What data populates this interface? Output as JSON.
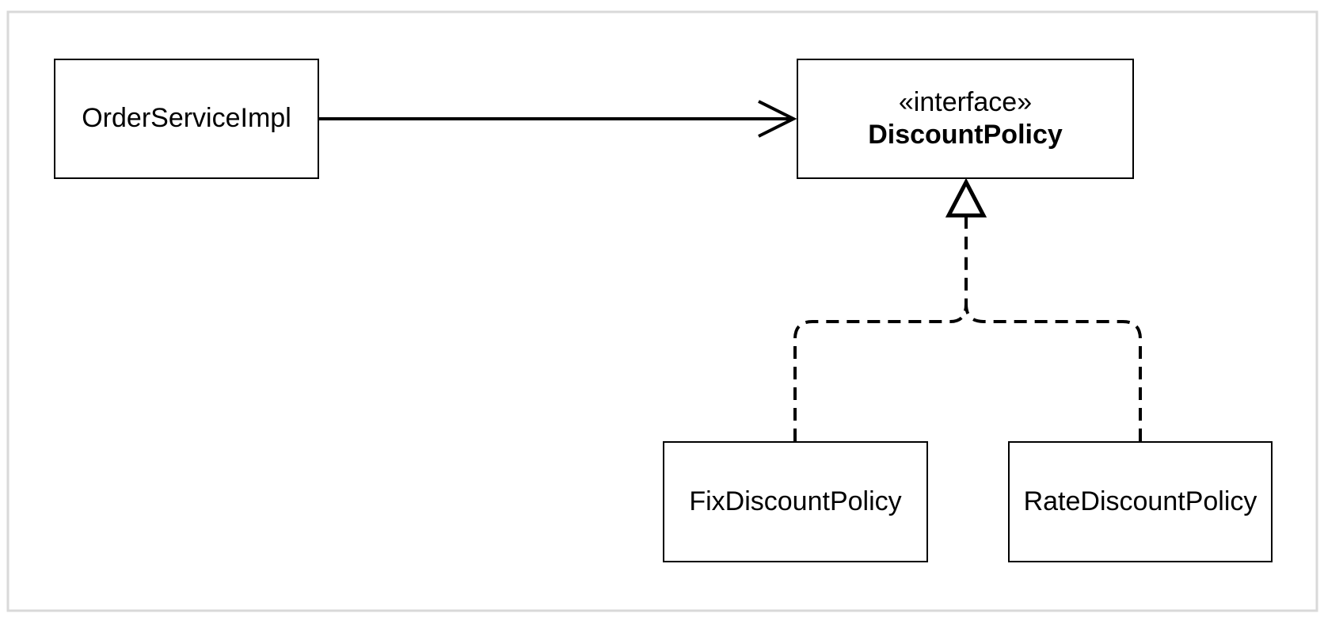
{
  "diagram": {
    "frame_color": "#d9d9d9",
    "line_color": "#000000",
    "classes": {
      "order_service_impl": {
        "name": "OrderServiceImpl"
      },
      "discount_policy": {
        "stereotype": "«interface»",
        "name": "DiscountPolicy"
      },
      "fix_discount_policy": {
        "name": "FixDiscountPolicy"
      },
      "rate_discount_policy": {
        "name": "RateDiscountPolicy"
      }
    },
    "relationships": [
      {
        "type": "association",
        "from": "OrderServiceImpl",
        "to": "DiscountPolicy",
        "arrowhead": "open"
      },
      {
        "type": "realization",
        "from": "FixDiscountPolicy",
        "to": "DiscountPolicy",
        "arrowhead": "hollow-triangle",
        "line": "dashed"
      },
      {
        "type": "realization",
        "from": "RateDiscountPolicy",
        "to": "DiscountPolicy",
        "arrowhead": "hollow-triangle",
        "line": "dashed"
      }
    ]
  }
}
